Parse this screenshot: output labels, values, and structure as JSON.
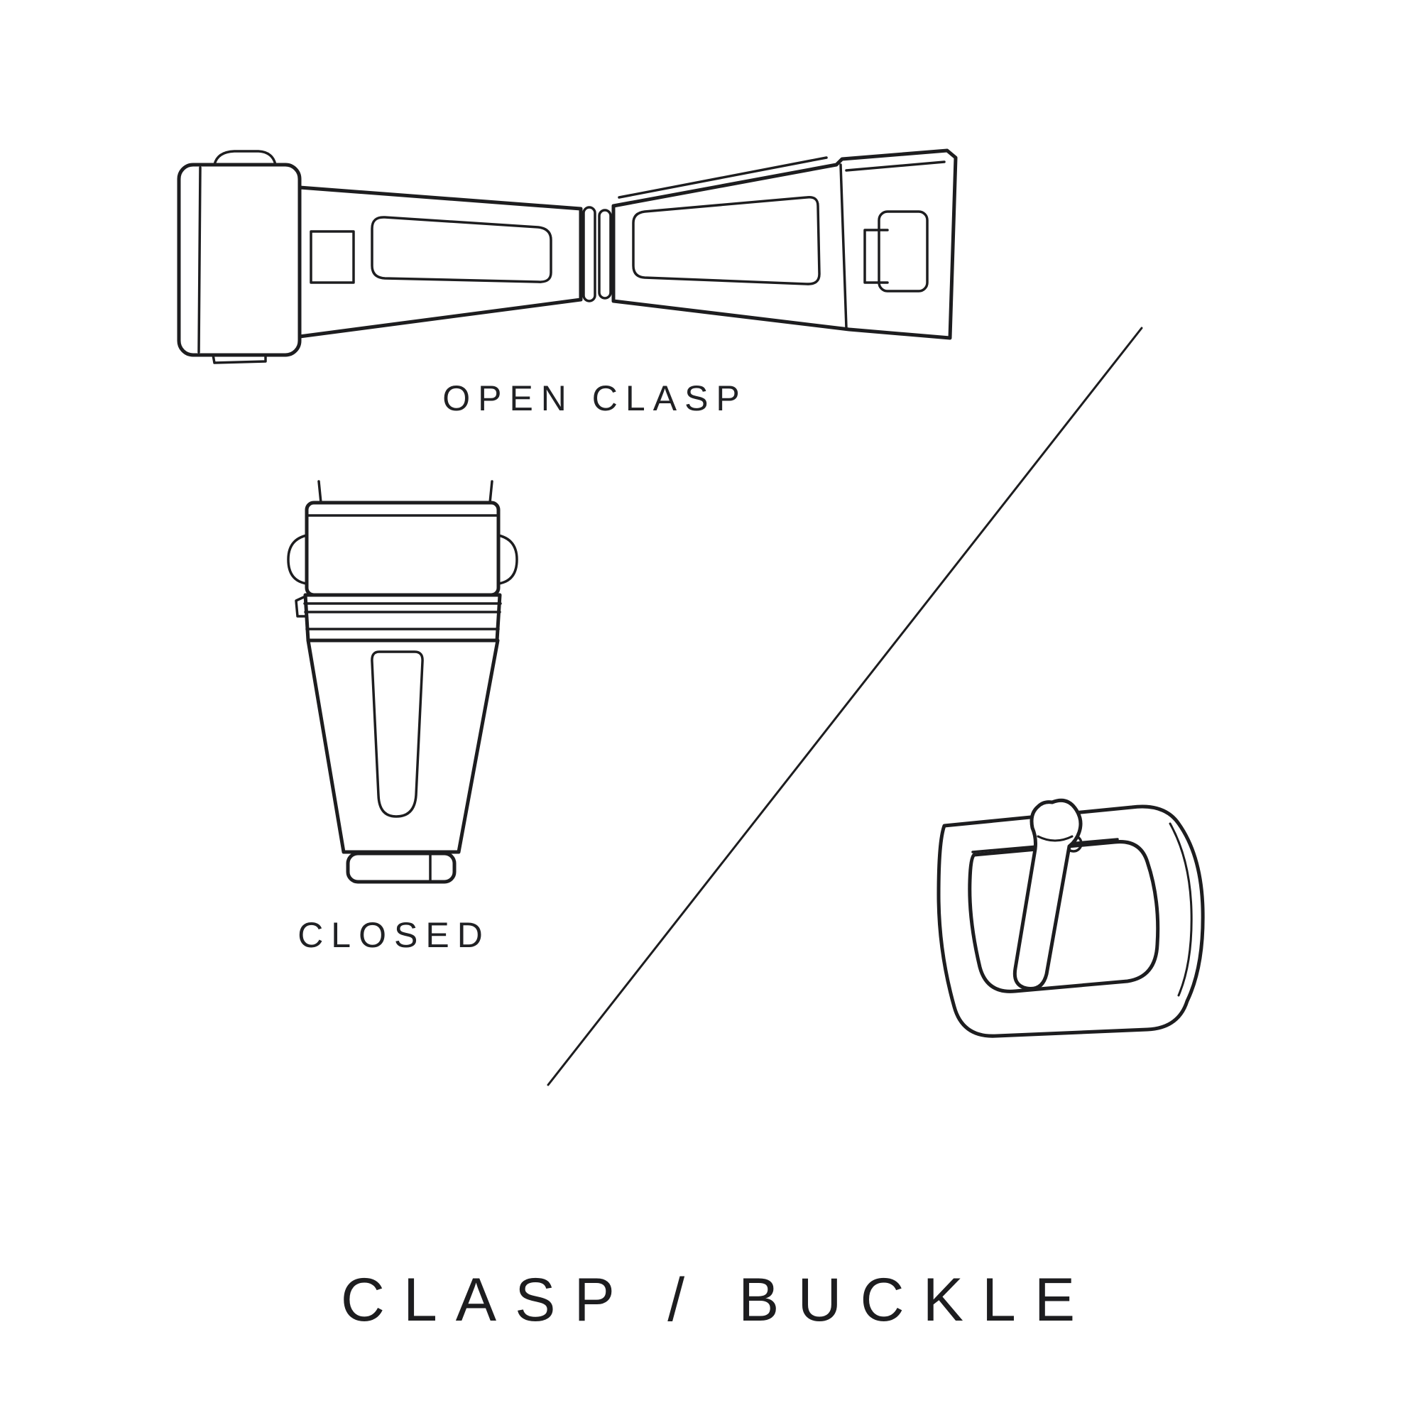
{
  "page": {
    "background": "#ffffff",
    "line_color": "#1d1d1f",
    "text_color": "#202124"
  },
  "labels": {
    "open_clasp": "OPEN CLASP",
    "closed": "CLOSED",
    "title": "CLASP / BUCKLE"
  },
  "figures": {
    "open_clasp": "open-clasp-line-drawing",
    "closed_clasp": "closed-clasp-line-drawing",
    "buckle": "tang-buckle-line-drawing",
    "divider": "diagonal-divider-line"
  }
}
